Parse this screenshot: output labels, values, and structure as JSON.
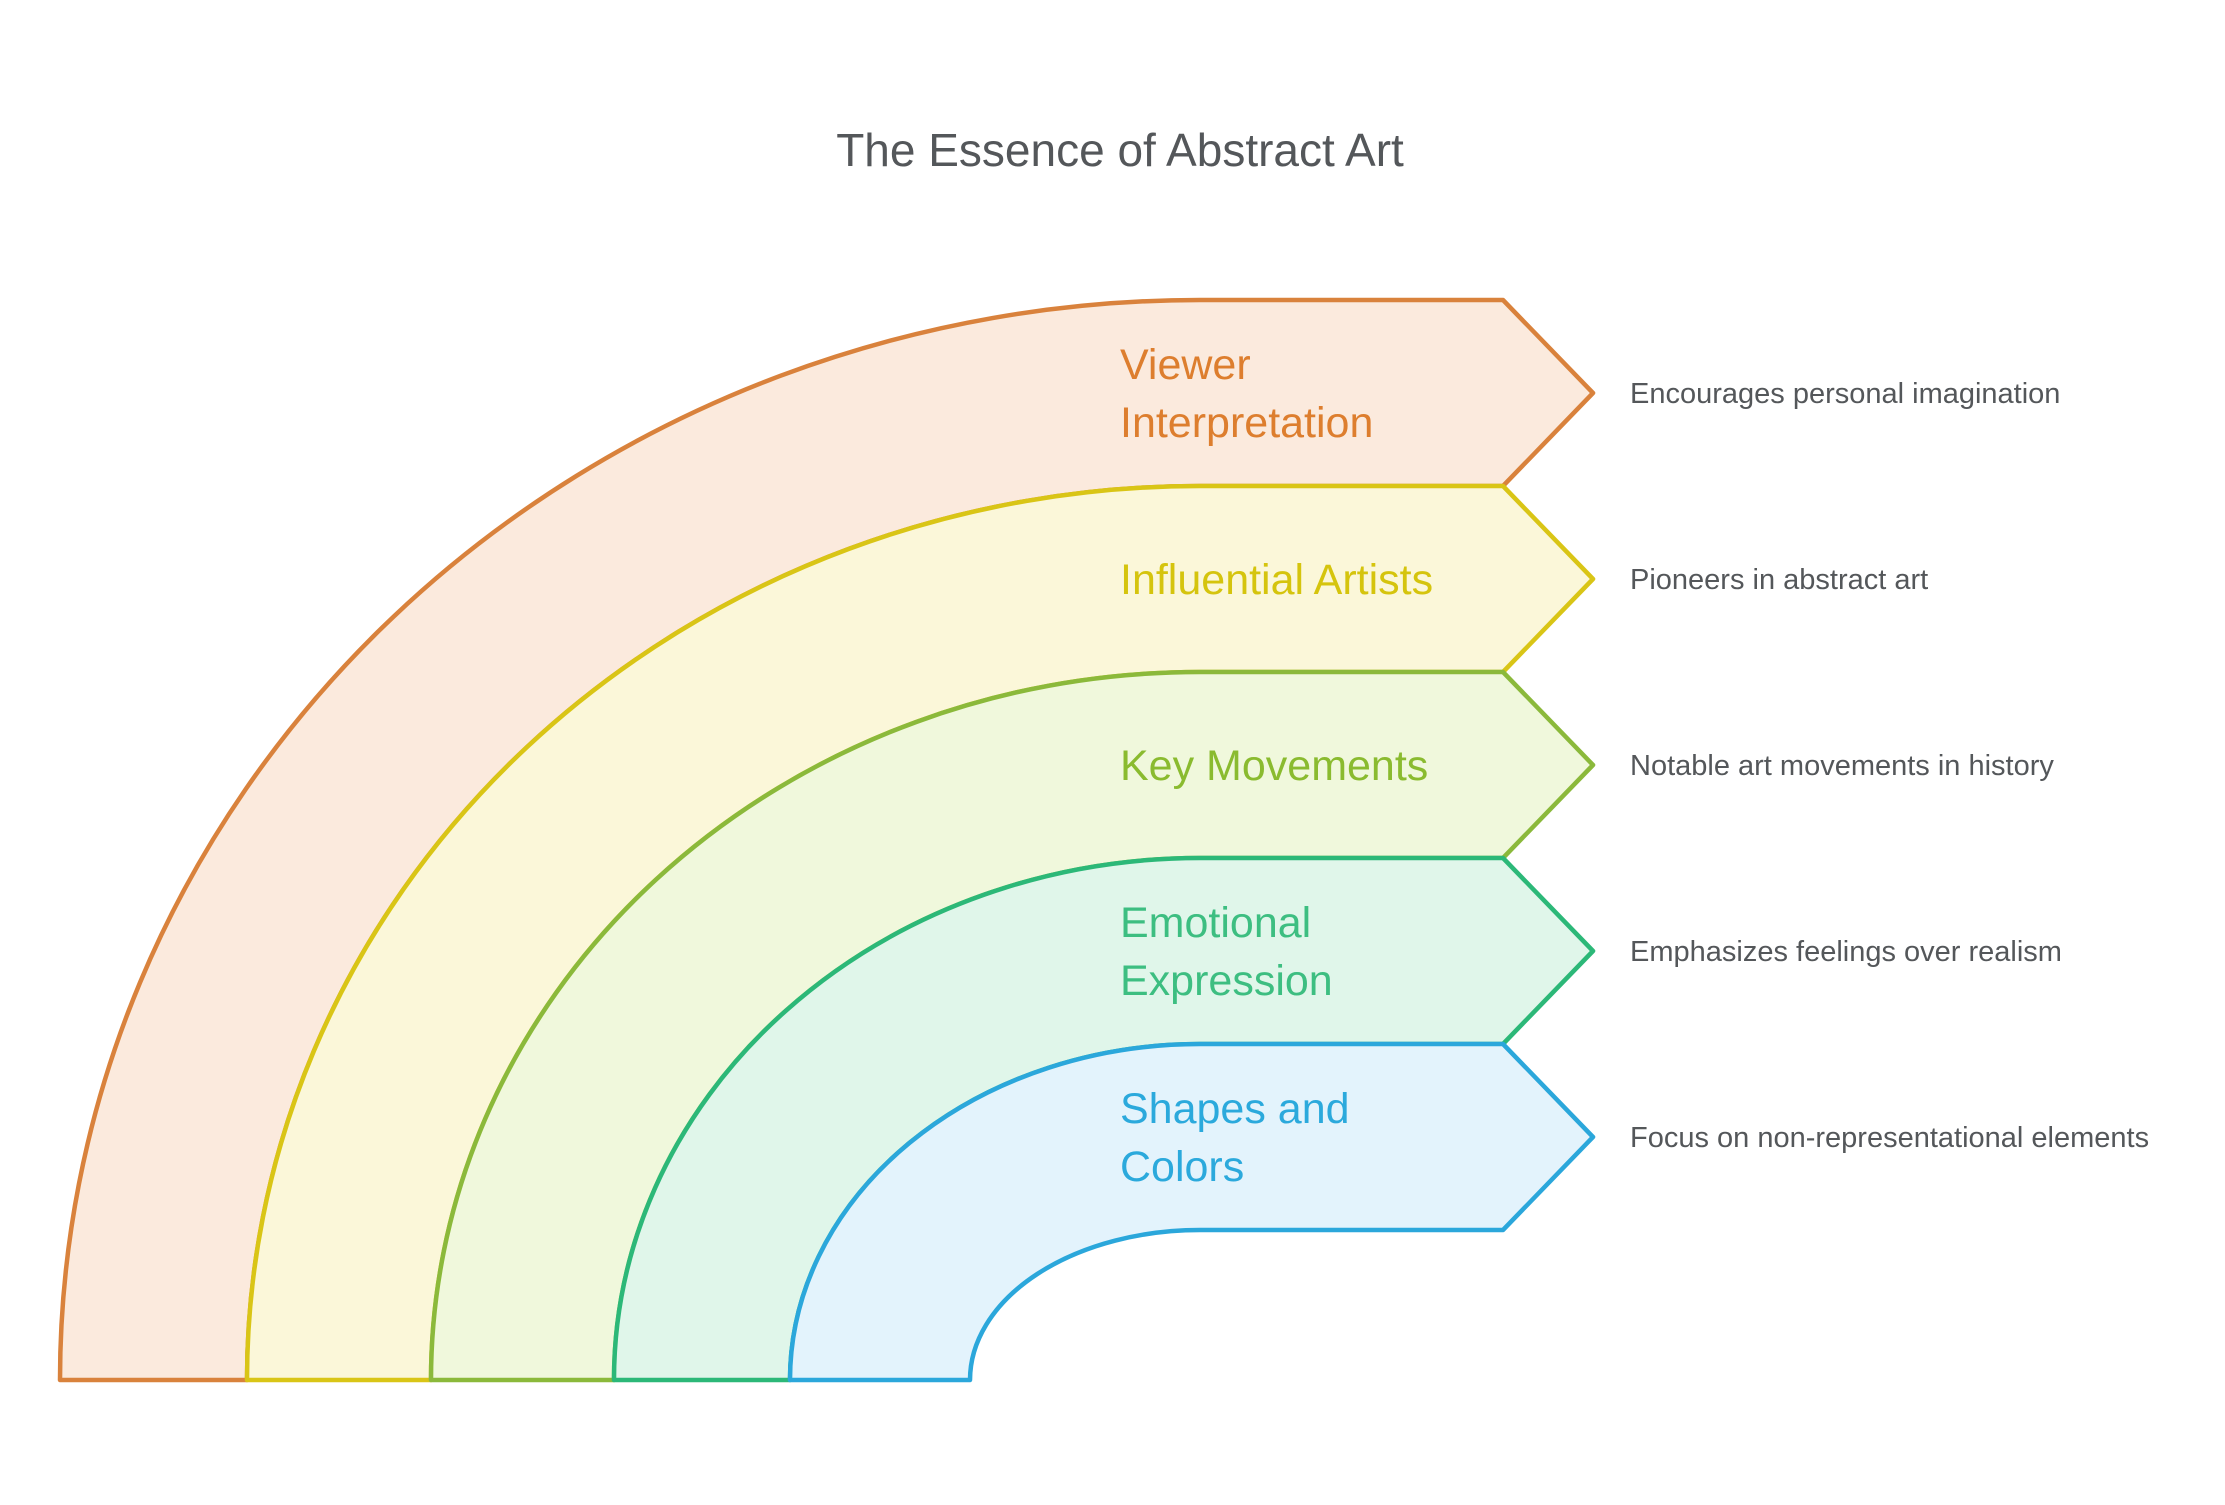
{
  "title": "The Essence of Abstract Art",
  "colors": {
    "text": "#54575A",
    "background": "#FFFFFF"
  },
  "bands": [
    {
      "label": "Viewer Interpretation",
      "label_lines": [
        "Viewer",
        "Interpretation"
      ],
      "description": "Encourages personal imagination",
      "stroke": "#D9823C",
      "fill": "#FBEADD",
      "label_color": "#DD7E2E"
    },
    {
      "label": "Influential Artists",
      "label_lines": [
        "Influential Artists"
      ],
      "description": "Pioneers in abstract art",
      "stroke": "#D9C516",
      "fill": "#FBF7D9",
      "label_color": "#D5C40D"
    },
    {
      "label": "Key Movements",
      "label_lines": [
        "Key Movements"
      ],
      "description": "Notable art movements in history",
      "stroke": "#8BB93B",
      "fill": "#F0F8DC",
      "label_color": "#8ABB2F"
    },
    {
      "label": "Emotional Expression",
      "label_lines": [
        "Emotional",
        "Expression"
      ],
      "description": "Emphasizes feelings over realism",
      "stroke": "#2CB878",
      "fill": "#E0F6EA",
      "label_color": "#3DBE81"
    },
    {
      "label": "Shapes and Colors",
      "label_lines": [
        "Shapes and",
        "Colors"
      ],
      "description": "Focus on non-representational elements",
      "stroke": "#2BA7DB",
      "fill": "#E3F3FC",
      "label_color": "#2BA9DC"
    }
  ]
}
